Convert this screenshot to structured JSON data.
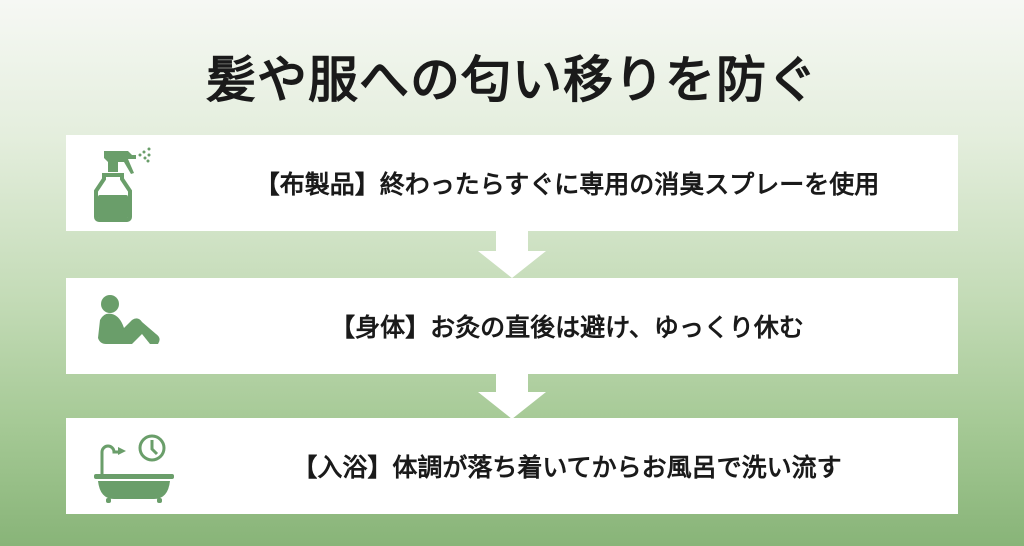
{
  "title": "髪や服への匂い移りを防ぐ",
  "accent_color": "#6a9e6a",
  "steps": [
    {
      "icon": "spray-bottle-icon",
      "text": "【布製品】終わったらすぐに専用の消臭スプレーを使用"
    },
    {
      "icon": "reclining-person-icon",
      "text": "【身体】お灸の直後は避け、ゆっくり休む"
    },
    {
      "icon": "bathtub-clock-icon",
      "text": "【入浴】体調が落ち着いてからお風呂で洗い流す"
    }
  ]
}
